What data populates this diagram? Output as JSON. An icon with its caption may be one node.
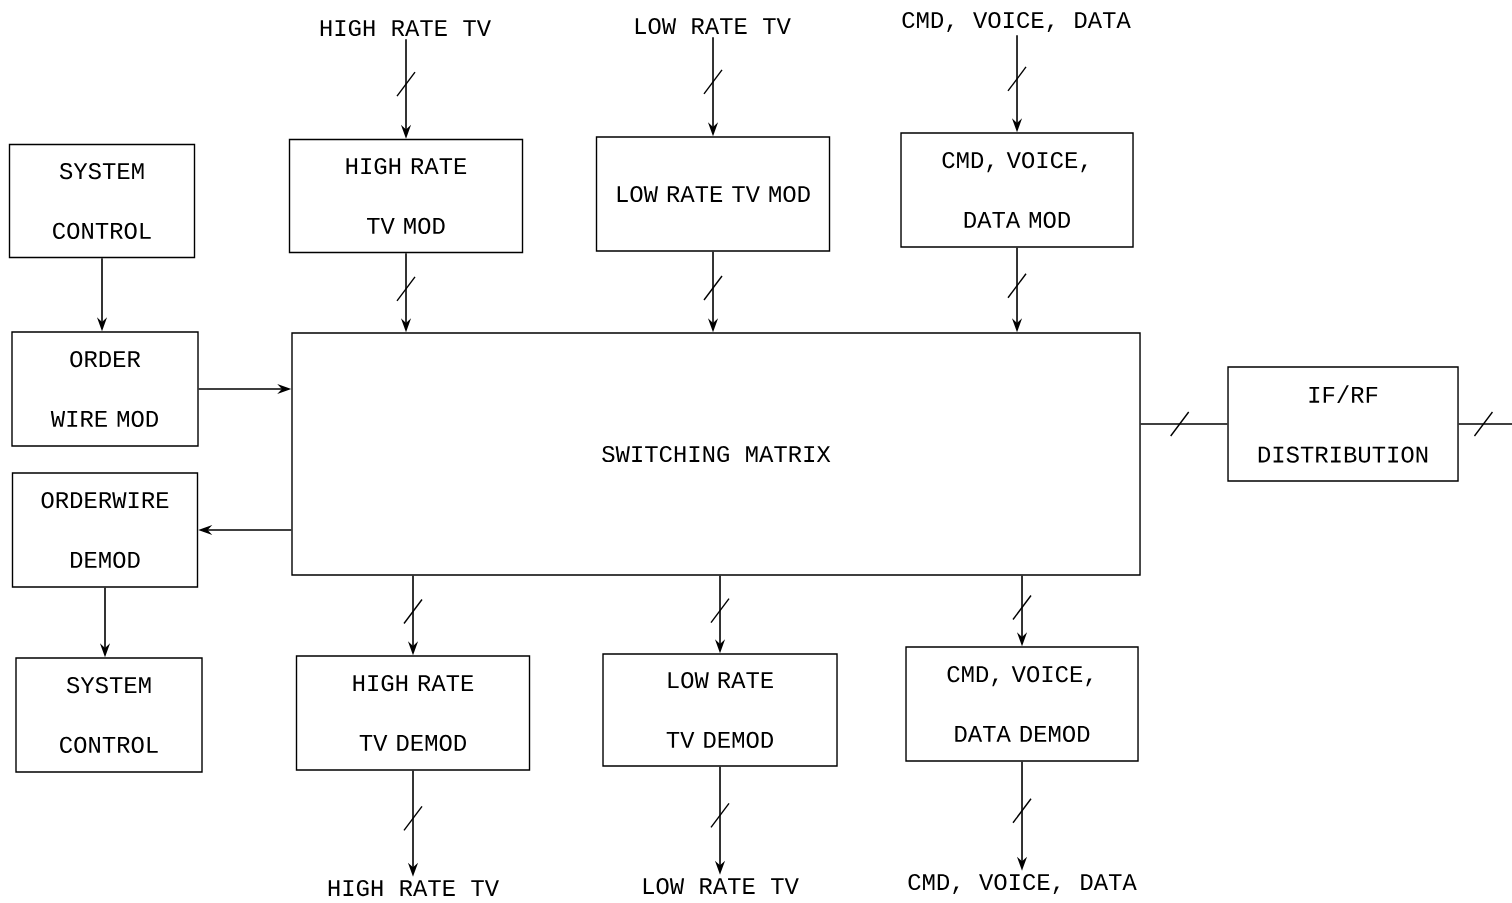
{
  "diagram": {
    "nodes": [
      {
        "text": [
          "SYSTEM CONTROL"
        ]
      },
      {
        "text": [
          "HIGH RATE TV MOD"
        ]
      },
      {
        "text": [
          "LOW RATE TV MOD"
        ]
      },
      {
        "text": [
          "CMD, VOICE, DATA MOD"
        ]
      },
      {
        "text": [
          "ORDER WIRE MOD"
        ]
      },
      {
        "text": [
          "SWITCHING MATRIX"
        ]
      },
      {
        "text": [
          "IF/RF DISTRIBUTION"
        ]
      },
      {
        "text": [
          "ORDERWIRE DEMOD"
        ]
      },
      {
        "text": [
          "SYSTEM CONTROL"
        ]
      },
      {
        "text": [
          "HIGH RATE TV DEMOD"
        ]
      },
      {
        "text": [
          "LOW RATE TV DEMOD"
        ]
      },
      {
        "text": [
          "CMD, VOICE, DATA DEMOD"
        ]
      },
      {
        "text": [
          "HIGH RATE TV"
        ]
      },
      {
        "text": [
          "LOW RATE TV"
        ]
      },
      {
        "text": [
          "CMD, VOICE, DATA"
        ]
      },
      {
        "text": [
          "HIGH RATE TV"
        ]
      },
      {
        "text": [
          "LOW RATE TV"
        ]
      },
      {
        "text": [
          "CMD, VOICE, DATA"
        ]
      }
    ],
    "edges": [
      {
        "from": 12,
        "to": 1,
        "arrow": "to"
      },
      {
        "from": 1,
        "to": 5,
        "arrow": "to"
      },
      {
        "from": 13,
        "to": 2,
        "arrow": "to"
      },
      {
        "from": 2,
        "to": 5,
        "arrow": "to"
      },
      {
        "from": 14,
        "to": 3,
        "arrow": "to"
      },
      {
        "from": 3,
        "to": 5,
        "arrow": "to"
      },
      {
        "from": 0,
        "to": 4,
        "arrow": "to"
      },
      {
        "from": 4,
        "to": 5,
        "arrow": "to"
      },
      {
        "from": 5,
        "to": 7,
        "arrow": "to"
      },
      {
        "from": 7,
        "to": 8,
        "arrow": "to"
      },
      {
        "from": 5,
        "to": 9,
        "arrow": "to"
      },
      {
        "from": 9,
        "to": 15,
        "arrow": "to"
      },
      {
        "from": 5,
        "to": 10,
        "arrow": "to"
      },
      {
        "from": 10,
        "to": 16,
        "arrow": "to"
      },
      {
        "from": 5,
        "to": 11,
        "arrow": "to"
      },
      {
        "from": 11,
        "to": 17,
        "arrow": "to"
      },
      {
        "from": 5,
        "to": 6,
        "arrow": "none"
      },
      {
        "from": 6,
        "to": null,
        "arrow": "none"
      }
    ]
  }
}
